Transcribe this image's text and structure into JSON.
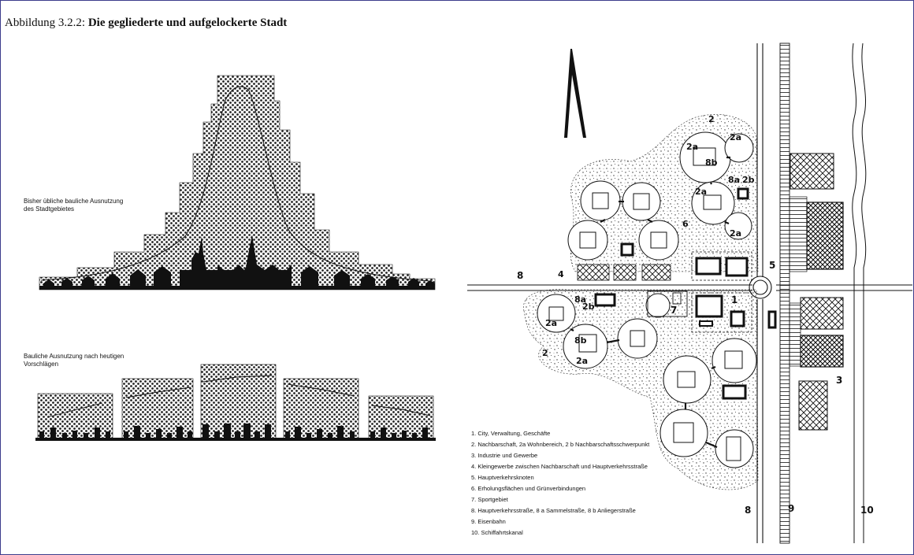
{
  "caption": {
    "prefix": "Abbildung 3.2.2: ",
    "title": "Die gegliederte und aufgelockerte Stadt"
  },
  "left_panel": {
    "upper_label_line1": "Bisher übliche bauliche Ausnutzung",
    "upper_label_line2": "des Stadtgebietes",
    "lower_label_line1": "Bauliche Ausnutzung nach heutigen",
    "lower_label_line2": "Vorschlägen"
  },
  "map": {
    "numbers": {
      "n2_top": "2",
      "n2a_1": "2a",
      "n8b_1": "8b",
      "n2a_2": "2a",
      "n8a_1": "8a",
      "n2b_1": "2b",
      "n2a_3": "2a",
      "n2a_4": "2a",
      "n6": "6",
      "n4": "4",
      "n8_left": "8",
      "n5": "5",
      "n8a_2": "8a",
      "n2b_2": "2b",
      "n7": "7",
      "n1": "1",
      "n2a_5": "2a",
      "n8b_2": "8b",
      "n2_left": "2",
      "n2a_6": "2a",
      "n3": "3",
      "n8_bottom": "8",
      "n9": "9",
      "n10": "10"
    },
    "legend": [
      "1. City, Verwaltung, Geschäfte",
      "2. Nachbarschaft, 2a Wohnbereich, 2 b Nachbarschaftsschwerpunkt",
      "3. Industrie und Gewerbe",
      "4. Kleingewerbe zwischen Nachbarschaft und Hauptverkehrsstraße",
      "5. Hauptverkehrsknoten",
      "6. Erholungsflächen und Grünverbindungen",
      "7. Sportgebiet",
      "8. Hauptverkehrsstraße, 8 a Sammelstraße, 8 b Anliegerstraße",
      "9. Eisenbahn",
      "10. Schiffahrtskanal"
    ]
  }
}
